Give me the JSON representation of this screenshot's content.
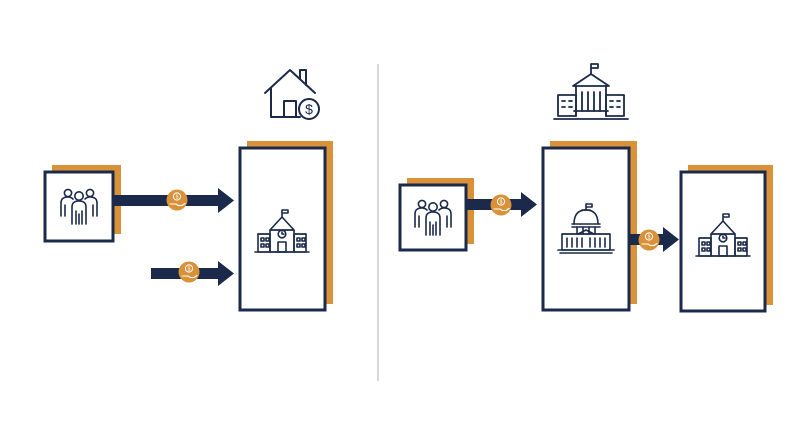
{
  "colors": {
    "navy": "#1b2a4a",
    "orange": "#d9913a",
    "divider": "#bfbfbf",
    "background": "#ffffff"
  },
  "coin_symbol": "$",
  "left_panel": {
    "top_icon": "house-with-dollar-icon",
    "source_box_icon": "people-group-icon",
    "target_box_icon": "school-building-icon",
    "arrows": [
      {
        "from": "people-group",
        "to": "school",
        "badge_icon": "hand-coin-icon"
      },
      {
        "from": "unlabeled-source",
        "to": "school",
        "badge_icon": "hand-coin-icon"
      }
    ]
  },
  "right_panel": {
    "top_icon": "government-building-icon",
    "source_box_icon": "people-group-icon",
    "middle_box_icon": "capitol-dome-icon",
    "target_box_icon": "school-building-icon",
    "arrows": [
      {
        "from": "people-group",
        "to": "capitol",
        "badge_icon": "hand-coin-icon"
      },
      {
        "from": "capitol",
        "to": "school",
        "badge_icon": "hand-coin-icon"
      }
    ]
  }
}
